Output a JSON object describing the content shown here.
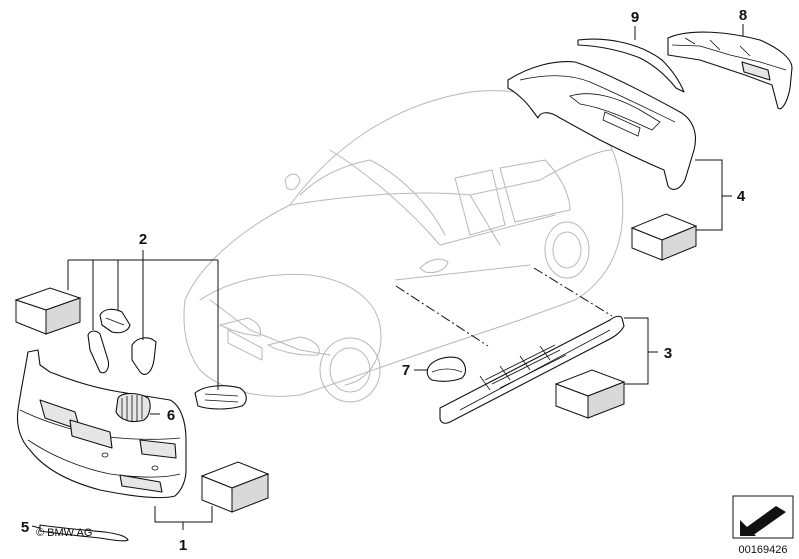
{
  "callouts": [
    {
      "id": "1",
      "label": "1"
    },
    {
      "id": "2",
      "label": "2"
    },
    {
      "id": "3",
      "label": "3"
    },
    {
      "id": "4",
      "label": "4"
    },
    {
      "id": "5",
      "label": "5"
    },
    {
      "id": "6",
      "label": "6"
    },
    {
      "id": "7",
      "label": "7"
    },
    {
      "id": "8",
      "label": "8"
    },
    {
      "id": "9",
      "label": "9"
    }
  ],
  "copyright": "© BMW AG",
  "document_number": "00169426",
  "icons": {
    "corner_badge": "arrow-icon"
  }
}
